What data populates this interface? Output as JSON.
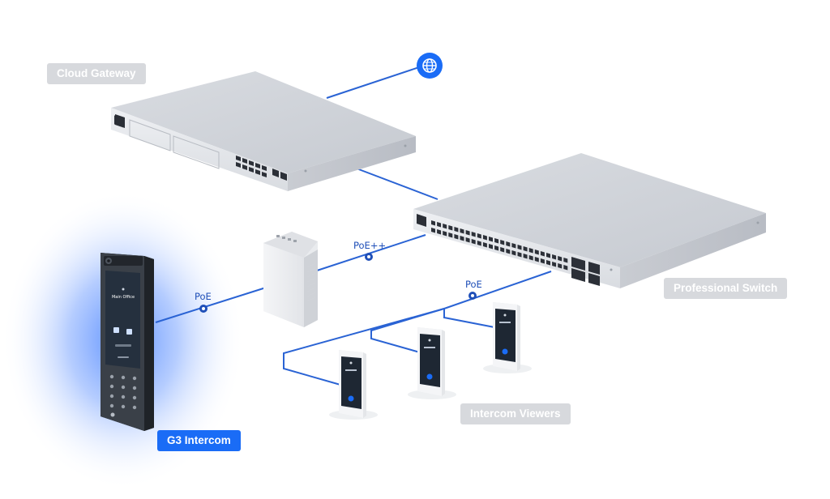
{
  "labels": {
    "cloud_gateway": "Cloud Gateway",
    "professional_switch": "Professional Switch",
    "intercom_viewers": "Intercom Viewers",
    "g3_intercom": "G3 Intercom"
  },
  "connections": {
    "poe_intercom": "PoE",
    "poe_plus_plus": "PoE++",
    "poe_viewers": "PoE"
  },
  "intercom_screen": {
    "title": "Main Office"
  },
  "icons": {
    "internet": "globe-icon",
    "connector": "connector-dot-icon"
  },
  "colors": {
    "accent": "#1a6cf6",
    "cable": "#1f5fd6",
    "label_gray": "#d7d9dd",
    "device_light": "#e8eaee",
    "device_dark": "#2a2f36"
  }
}
